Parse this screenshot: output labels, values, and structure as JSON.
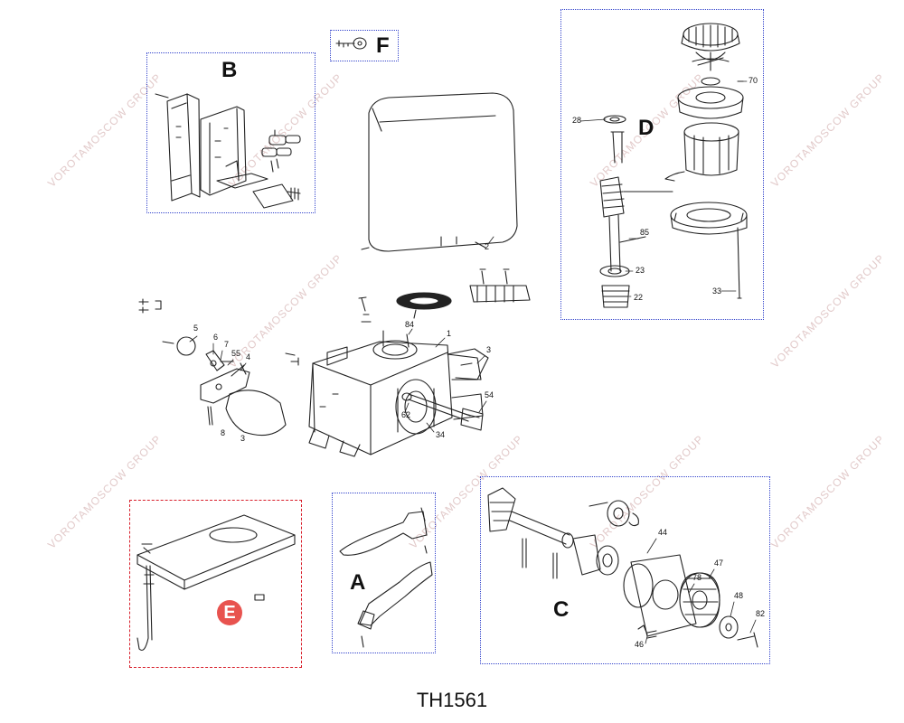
{
  "model": "TH1561",
  "groups": {
    "A": {
      "label": "A"
    },
    "B": {
      "label": "B"
    },
    "C": {
      "label": "C"
    },
    "D": {
      "label": "D"
    },
    "E": {
      "label": "E"
    },
    "F": {
      "label": "F"
    }
  },
  "callouts": [
    "2",
    "84",
    "1",
    "3",
    "54",
    "34",
    "62",
    "5",
    "6",
    "7",
    "55",
    "4",
    "8",
    "3",
    "28",
    "70",
    "85",
    "23",
    "22",
    "33",
    "44",
    "78",
    "47",
    "48",
    "82",
    "46"
  ],
  "watermark": "VOROTAMOSCOW GROUP",
  "colors": {
    "group_border": "#3344cc",
    "highlight_border": "#d81e2a",
    "highlight_badge": "#e8534f"
  }
}
